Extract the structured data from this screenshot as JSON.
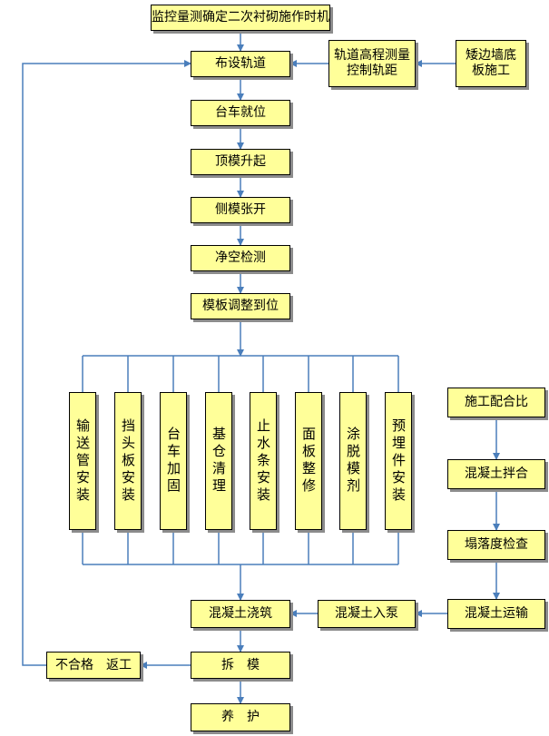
{
  "colors": {
    "box_fill": "#ffff99",
    "box_border": "#000000",
    "line": "#4a7ebb",
    "shadow": "#8c8c8c"
  },
  "nodes": {
    "monitor": "监控量测确定二次衬砌施作时机",
    "lay_track": "布设轨道",
    "track_control": "轨道高程测量\n控制轨距",
    "low_wall": "矮边墙底\n板施工",
    "trolley": "台车就位",
    "top_lift": "顶模升起",
    "side_open": "侧模张开",
    "clearance": "净空检测",
    "adjust": "模板调整到位",
    "mix_ratio": "施工配合比",
    "mixing": "混凝土拌合",
    "slump": "塌落度检查",
    "transport": "混凝土运输",
    "pump": "混凝土入泵",
    "pour": "混凝土浇筑",
    "reject": "不合格　返工",
    "demold": "拆　模",
    "cure": "养　护"
  },
  "parallel_tasks": [
    "输送管安装",
    "挡头板安装",
    "台车加固",
    "基仓清理",
    "止水条安装",
    "面板整修",
    "涂脱模剂",
    "预埋件安装"
  ]
}
